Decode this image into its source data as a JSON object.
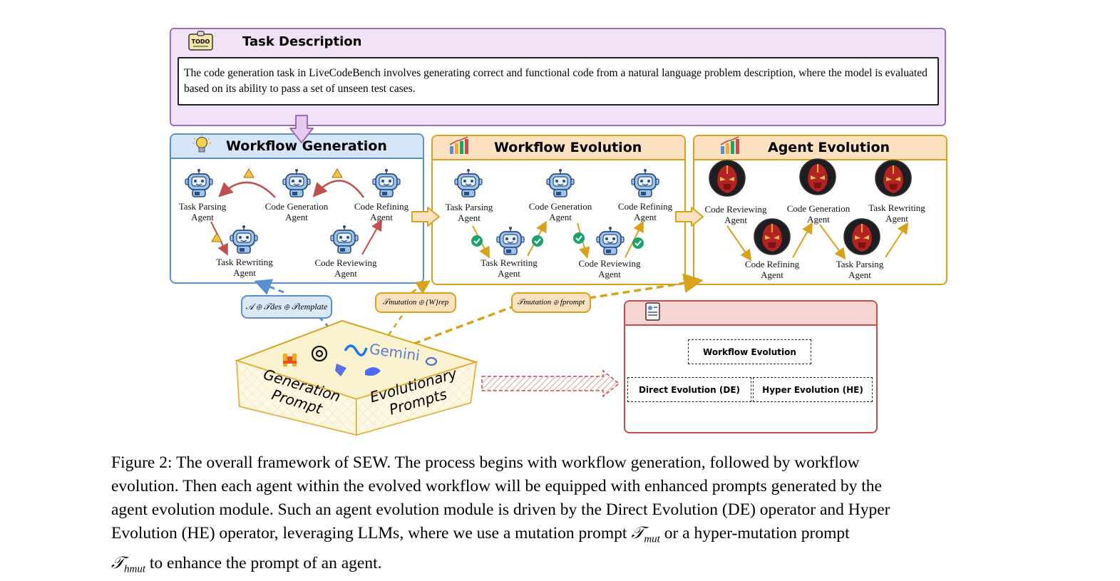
{
  "task": {
    "title": "Task Description",
    "todo_icon_text": "TODO",
    "text": "The code generation task in LiveCodeBench involves generating correct and functional code from a natural language problem description, where the model is evaluated based on its ability to pass a set of unseen test cases."
  },
  "workflow_generation": {
    "title": "Workflow Generation",
    "agents": {
      "task_parsing": [
        "Task Parsing",
        "Agent"
      ],
      "code_generation": [
        "Code Generation",
        "Agent"
      ],
      "code_refining": [
        "Code Refining",
        "Agent"
      ],
      "task_rewriting": [
        "Task Rewriting",
        "Agent"
      ],
      "code_reviewing": [
        "Code Reviewing",
        "Agent"
      ]
    }
  },
  "workflow_evolution": {
    "title": "Workflow Evolution",
    "agents": {
      "task_parsing": [
        "Task Parsing",
        "Agent"
      ],
      "code_generation": [
        "Code Generation",
        "Agent"
      ],
      "code_refining": [
        "Code Refining",
        "Agent"
      ],
      "task_rewriting": [
        "Task Rewriting",
        "Agent"
      ],
      "code_reviewing": [
        "Code Reviewing",
        "Agent"
      ]
    }
  },
  "agent_evolution": {
    "title": "Agent Evolution",
    "agents": {
      "code_reviewing": [
        "Code Reviewing",
        "Agent"
      ],
      "code_generation": [
        "Code Generation",
        "Agent"
      ],
      "task_rewriting": [
        "Task Rewriting",
        "Agent"
      ],
      "code_refining": [
        "Code Refining",
        "Agent"
      ],
      "task_parsing": [
        "Task Parsing",
        "Agent"
      ]
    }
  },
  "formulas": {
    "gen": "𝒜 ⊕ 𝒯des ⊕ 𝒯template",
    "wf": "𝒯mutation ⊕ {W}rep",
    "ag": "𝒯mutation ⊕ fprompt"
  },
  "llm_box": {
    "left_face": [
      "Generation",
      "Prompt"
    ],
    "right_face": [
      "Evolutionary",
      "Prompts"
    ],
    "gemini": "Gemini"
  },
  "operators_panel": {
    "workflow_evolution": "Workflow Evolution",
    "direct_evolution": "Direct Evolution (DE)",
    "hyper_evolution": "Hyper Evolution (HE)"
  },
  "caption": {
    "line1": "Figure 2: The overall framework of SEW. The process begins with workflow generation, followed by workflow",
    "line2": "evolution. Then each agent within the evolved workflow will be equipped with enhanced prompts generated by the",
    "line3": "agent evolution module. Such an agent evolution module is driven by the Direct Evolution (DE) operator and Hyper",
    "line4_pre": "Evolution (HE) operator, leveraging LLMs, where we use a mutation prompt ",
    "line4_m1": "𝒯",
    "line4_s1": "mut",
    "line4_mid": " or a hyper-mutation prompt",
    "line5_m": "𝒯",
    "line5_s": "hmut",
    "line5_post": " to enhance the prompt of an agent."
  },
  "colors": {
    "task_border": "#9b6db5",
    "task_bg": "#f0e0f7",
    "wg_border": "#5b8fd0",
    "wg_header": "#d6e6f8",
    "evo_border": "#d9a21c",
    "evo_header": "#fbe1bf",
    "ops_border": "#c84a4a",
    "ops_header": "#f8d5d5",
    "arrow_red": "#c0504d",
    "arrow_gold": "#d9a21c",
    "check": "#1aa36d"
  }
}
